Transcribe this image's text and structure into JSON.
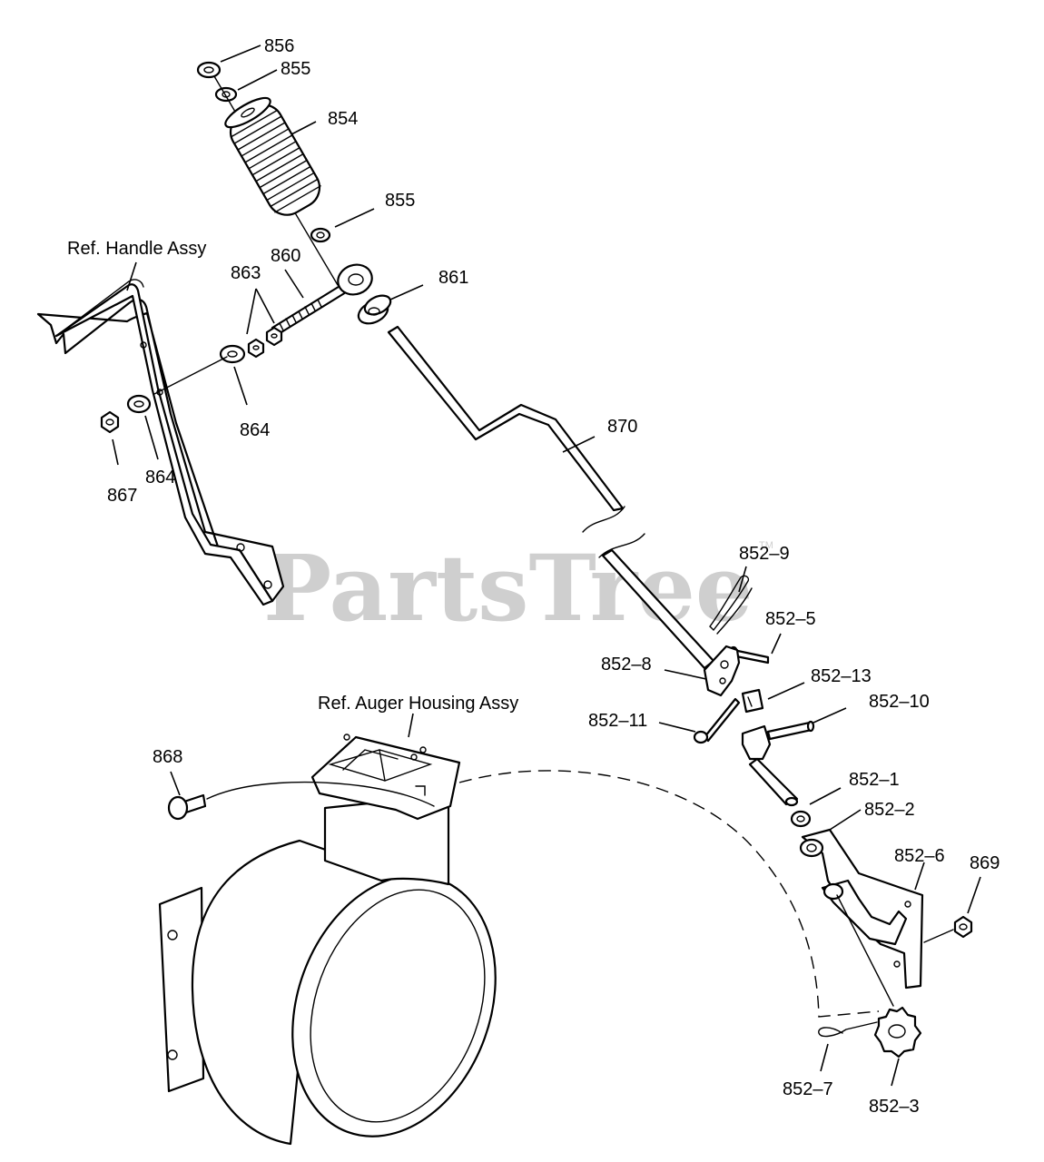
{
  "watermark": {
    "text": "PartsTree",
    "trademark": "TM"
  },
  "references": {
    "handle_assy": "Ref. Handle Assy",
    "auger_housing_assy": "Ref. Auger Housing Assy"
  },
  "callouts": {
    "c856": "856",
    "c855_top": "855",
    "c854": "854",
    "c855_bottom": "855",
    "c860": "860",
    "c863": "863",
    "c861": "861",
    "c864_upper": "864",
    "c864_lower": "864",
    "c867": "867",
    "c870": "870",
    "c852_9": "852–9",
    "c852_5": "852–5",
    "c852_8": "852–8",
    "c852_13": "852–13",
    "c852_10": "852–10",
    "c852_11": "852–11",
    "c868": "868",
    "c852_1": "852–1",
    "c852_2": "852–2",
    "c852_6": "852–6",
    "c869": "869",
    "c852_7": "852–7",
    "c852_3": "852–3"
  }
}
